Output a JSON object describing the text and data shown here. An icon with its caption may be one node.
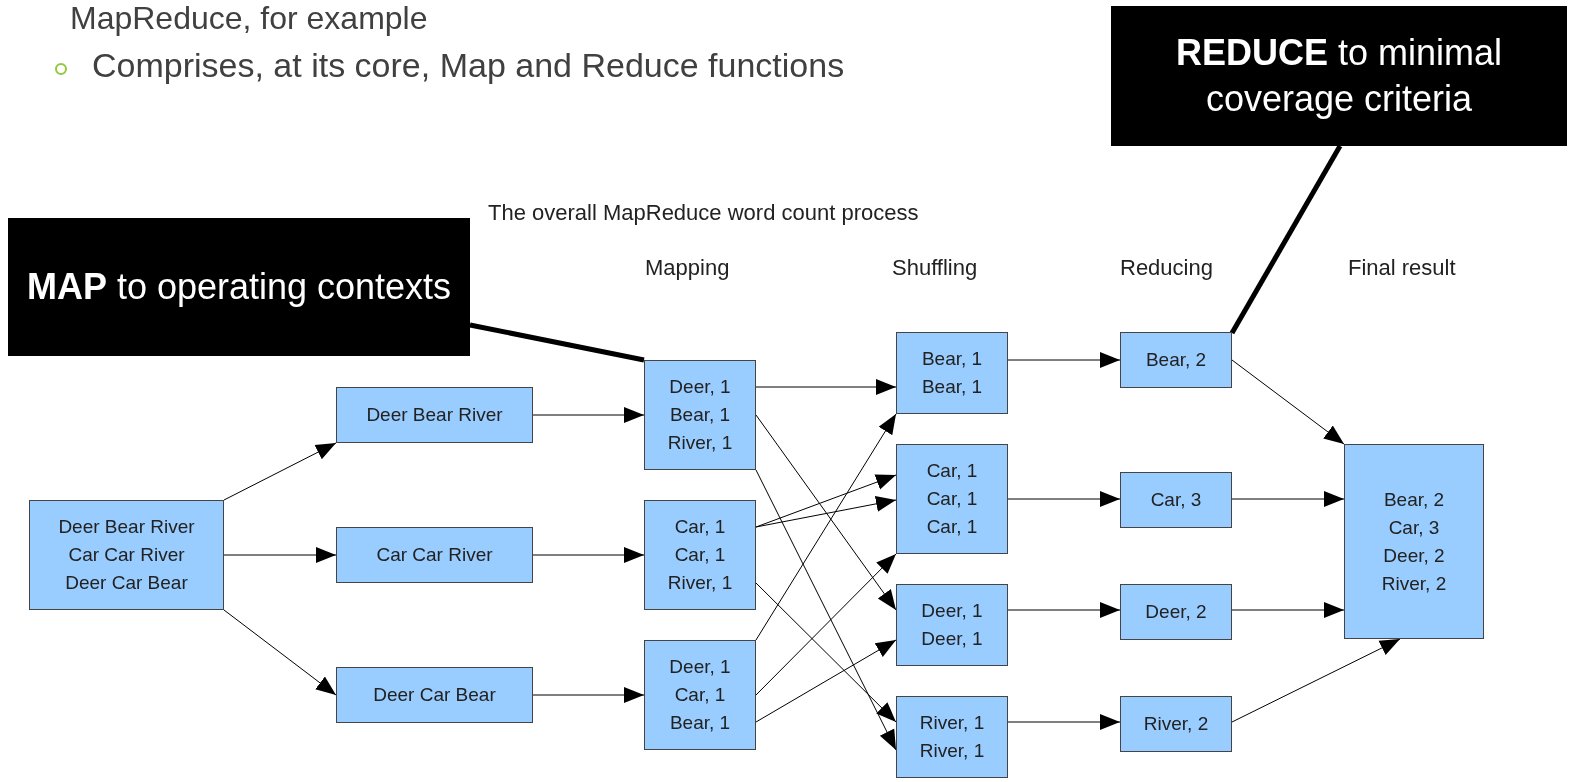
{
  "diagram": {
    "title": "The overall MapReduce word count process",
    "nodes": [
      {
        "text": [
          "**MAP** to operating contexts"
        ]
      },
      {
        "text": [
          "**REDUCE** to minimal coverage criteria"
        ]
      },
      {
        "text": [
          "Deer Bear River",
          "Car Car River",
          "Deer Car Bear"
        ]
      },
      {
        "text": [
          "Deer Bear River"
        ]
      },
      {
        "text": [
          "Car Car River"
        ]
      },
      {
        "text": [
          "Deer Car Bear"
        ]
      },
      {
        "text": [
          "Deer, 1",
          "Bear, 1",
          "River, 1"
        ]
      },
      {
        "text": [
          "Car, 1",
          "Car, 1",
          "River, 1"
        ]
      },
      {
        "text": [
          "Deer, 1",
          "Car, 1",
          "Bear, 1"
        ]
      },
      {
        "text": [
          "Bear, 1",
          "Bear, 1"
        ]
      },
      {
        "text": [
          "Car, 1",
          "Car, 1",
          "Car, 1"
        ]
      },
      {
        "text": [
          "Deer, 1",
          "Deer, 1"
        ]
      },
      {
        "text": [
          "River, 1",
          "River, 1"
        ]
      },
      {
        "text": [
          "Bear, 2"
        ]
      },
      {
        "text": [
          "Car, 3"
        ]
      },
      {
        "text": [
          "Deer, 2"
        ]
      },
      {
        "text": [
          "River, 2"
        ]
      },
      {
        "text": [
          "Bear, 2",
          "Car, 3",
          "Deer, 2",
          "River, 2"
        ]
      }
    ],
    "edges": [
      {
        "from": 0,
        "to": 6,
        "arrow": "none",
        "style": "thick"
      },
      {
        "from": 1,
        "to": 13,
        "arrow": "none",
        "style": "thick"
      },
      {
        "from": 2,
        "to": 3,
        "arrow": "to"
      },
      {
        "from": 2,
        "to": 4,
        "arrow": "to"
      },
      {
        "from": 2,
        "to": 5,
        "arrow": "to"
      },
      {
        "from": 3,
        "to": 6,
        "arrow": "to"
      },
      {
        "from": 4,
        "to": 7,
        "arrow": "to"
      },
      {
        "from": 5,
        "to": 8,
        "arrow": "to"
      },
      {
        "from": 6,
        "to": 9,
        "arrow": "to"
      },
      {
        "from": 6,
        "to": 11,
        "arrow": "to"
      },
      {
        "from": 6,
        "to": 12,
        "arrow": "to"
      },
      {
        "from": 7,
        "to": 10,
        "arrow": "to"
      },
      {
        "from": 7,
        "to": 10,
        "arrow": "to"
      },
      {
        "from": 7,
        "to": 12,
        "arrow": "to"
      },
      {
        "from": 8,
        "to": 9,
        "arrow": "to"
      },
      {
        "from": 8,
        "to": 10,
        "arrow": "to"
      },
      {
        "from": 8,
        "to": 11,
        "arrow": "to"
      },
      {
        "from": 9,
        "to": 13,
        "arrow": "to"
      },
      {
        "from": 10,
        "to": 14,
        "arrow": "to"
      },
      {
        "from": 11,
        "to": 15,
        "arrow": "to"
      },
      {
        "from": 12,
        "to": 16,
        "arrow": "to"
      },
      {
        "from": 13,
        "to": 17,
        "arrow": "to"
      },
      {
        "from": 14,
        "to": 17,
        "arrow": "to"
      },
      {
        "from": 15,
        "to": 17,
        "arrow": "to"
      },
      {
        "from": 16,
        "to": 17,
        "arrow": "to"
      }
    ],
    "labels": [
      "MapReduce, for example",
      "Comprises, at its core, Map and Reduce functions",
      "Mapping",
      "Shuffling",
      "Reducing",
      "Final result"
    ]
  }
}
